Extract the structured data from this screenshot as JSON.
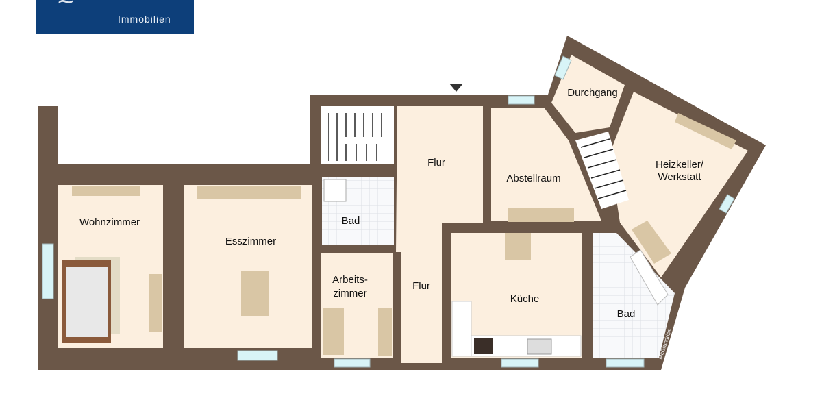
{
  "logo": {
    "subtitle": "Immobilien"
  },
  "rooms": {
    "wohnzimmer": "Wohnzimmer",
    "esszimmer": "Esszimmer",
    "bad_left": "Bad",
    "arbeitszimmer_1": "Arbeits-",
    "arbeitszimmer_2": "zimmer",
    "flur_top": "Flur",
    "flur_bottom": "Flur",
    "abstellraum": "Abstellraum",
    "kueche": "Küche",
    "bad_right": "Bad",
    "durchgang": "Durchgang",
    "heizkeller_1": "Heizkeller/",
    "heizkeller_2": "Werkstatt"
  },
  "watermark": "McGrundriss",
  "colors": {
    "wall": "#6b5748",
    "floor": "#fcefdf",
    "tile": "#f8f9fb",
    "window": "#d8f4f7",
    "logo": "#0d3f7a"
  }
}
